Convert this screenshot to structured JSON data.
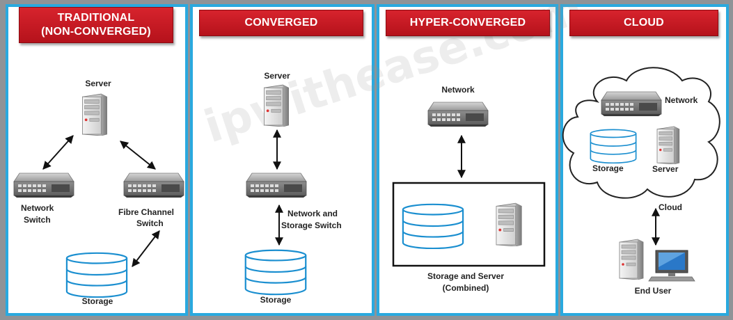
{
  "columns": [
    {
      "id": "traditional",
      "header_line1": "TRADITIONAL",
      "header_line2": "(NON-CONVERGED)",
      "labels": {
        "server": "Server",
        "network_switch_1": "Network",
        "network_switch_2": "Switch",
        "fc_switch_1": "Fibre Channel",
        "fc_switch_2": "Switch",
        "storage": "Storage"
      }
    },
    {
      "id": "converged",
      "header": "CONVERGED",
      "labels": {
        "server": "Server",
        "switch_1": "Network and",
        "switch_2": "Storage Switch",
        "storage": "Storage"
      }
    },
    {
      "id": "hyper_converged",
      "header": "HYPER-CONVERGED",
      "labels": {
        "network": "Network",
        "combined_1": "Storage and Server",
        "combined_2": "(Combined)"
      }
    },
    {
      "id": "cloud",
      "header": "CLOUD",
      "labels": {
        "network": "Network",
        "storage": "Storage",
        "server": "Server",
        "cloud": "Cloud",
        "end_user": "End User"
      }
    }
  ],
  "watermark": "ipwithease.com",
  "colors": {
    "panel_border": "#29a9df",
    "header_red": "#c8141e",
    "storage_blue": "#1b8fd0",
    "background": "#8f9397"
  }
}
